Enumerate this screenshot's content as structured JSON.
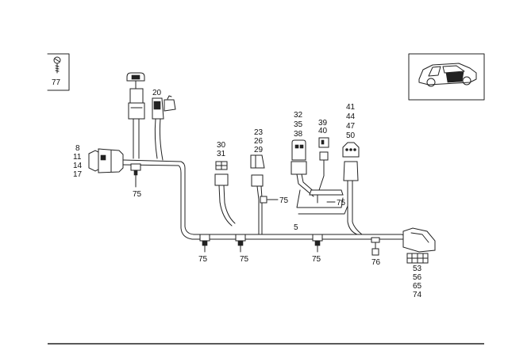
{
  "labels": {
    "screw": "77",
    "c20": "20",
    "g8": [
      "8",
      "11",
      "14",
      "17"
    ],
    "g30": [
      "30",
      "31"
    ],
    "g23": [
      "23",
      "26",
      "29"
    ],
    "g32": [
      "32",
      "35",
      "38"
    ],
    "g39": [
      "39",
      "40"
    ],
    "g41": [
      "41",
      "44",
      "47",
      "50"
    ],
    "g53": [
      "53",
      "56",
      "65",
      "74"
    ],
    "harness": "5",
    "clip_left": "75",
    "clip_mid": "75",
    "clip_right": "75",
    "clip_a": "75",
    "clip_b": "75",
    "clip_c": "75",
    "sensor": "76"
  }
}
